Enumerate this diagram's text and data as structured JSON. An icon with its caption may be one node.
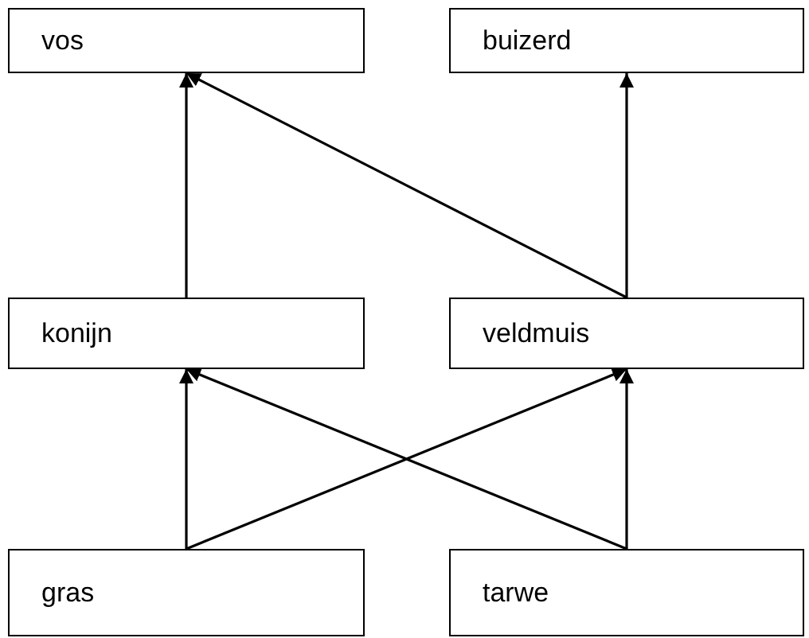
{
  "diagram": {
    "nodes": [
      {
        "text": [
          "vos"
        ]
      },
      {
        "text": [
          "buizerd"
        ]
      },
      {
        "text": [
          "konijn"
        ]
      },
      {
        "text": [
          "veldmuis"
        ]
      },
      {
        "text": [
          "gras"
        ]
      },
      {
        "text": [
          "tarwe"
        ]
      }
    ],
    "edges": [
      {
        "from": 2,
        "to": 0,
        "arrow": "to"
      },
      {
        "from": 3,
        "to": 0,
        "arrow": "to"
      },
      {
        "from": 3,
        "to": 1,
        "arrow": "to"
      },
      {
        "from": 4,
        "to": 2,
        "arrow": "to"
      },
      {
        "from": 4,
        "to": 3,
        "arrow": "to"
      },
      {
        "from": 5,
        "to": 2,
        "arrow": "to"
      },
      {
        "from": 5,
        "to": 3,
        "arrow": "to"
      }
    ]
  }
}
